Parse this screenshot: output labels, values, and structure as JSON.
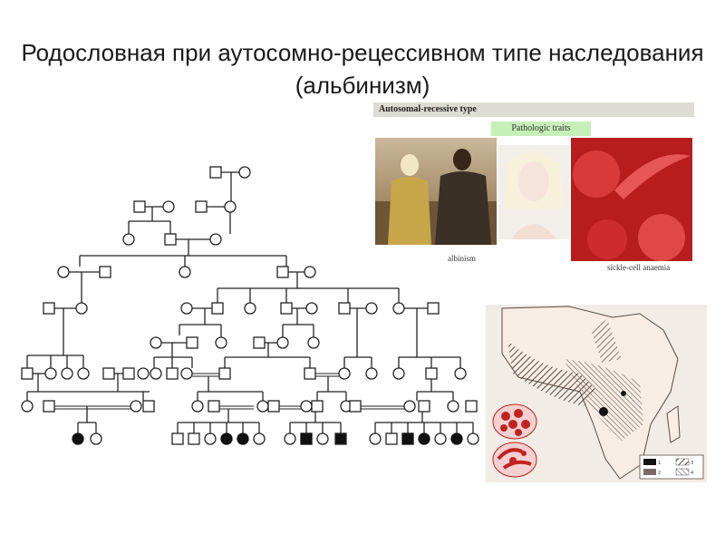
{
  "title": "Родословная при аутосомно-рецессивном типе наследования (альбинизм)",
  "traits_panel": {
    "header": "Autosomal-recessive type",
    "subheader": "Pathologic traits",
    "captions": [
      "albinism",
      "sickle-cell anaemia"
    ]
  },
  "map_panel": {
    "legend_labels": [
      "1",
      "2",
      "3",
      "4"
    ]
  },
  "colors": {
    "line": "#222222",
    "affected": "#111111",
    "blood_red": "#c22222",
    "map_land": "#f5ece4"
  }
}
